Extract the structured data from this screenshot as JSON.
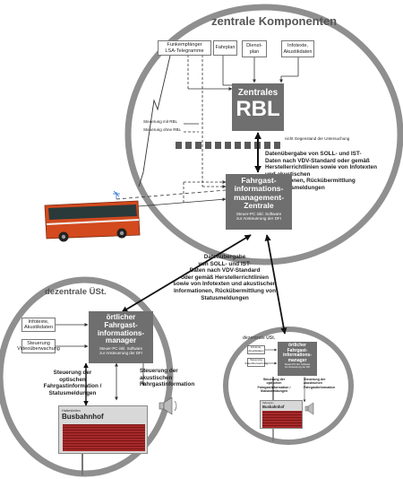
{
  "central": {
    "title": "zentrale Komponenten",
    "inputs": [
      "Funkempfänger\nLSA-Telegramme",
      "Fahrplan",
      "Dienst-\nplan",
      "Infotexte,\nAkustikdaten"
    ],
    "rbl_label": "Zentrales",
    "rbl_big": "RBL",
    "legend_with": "Steuerung mit RBL",
    "legend_without": "Steuerung ohne RBL",
    "scope_note": "nicht Gegenstand der Untersuchung",
    "rbl_transfer_text": "Datenübergabe von SOLL- und IST-\nDaten nach VDV-Standard oder gemäß\nHerstellerrichtlinien sowie von Infotexten\nund akustischen\nInformationen, Rückübermittlung\nvon Statusmeldungen",
    "fim_title": "Fahrgast-\ninformations-\nmanagement-\nZentrale",
    "fim_sub": "Steuer-PC inkl. Software\nzur Ansteuerung der DFI"
  },
  "link_text": "Datenübergabe\nvon SOLL- und IST-\nDaten nach VDV-Standard\noder gemäß Herstellerrichtlinien\nsowie von Infotexten und akustischen\nInformationen, Rückübermittlung von\nStatusmeldungen",
  "local": {
    "title": "dezentrale ÜSt.",
    "inputs": [
      "Infotexte,\nAkustikdaten",
      "Steuerung\nVideoüberwachung"
    ],
    "manager_title": "örtlicher\nFahrgast-\ninformations-\nmanager",
    "manager_sub": "Steuer-PC inkl. Software\nzur Ansteuerung der DFI",
    "optical_text": "Steuerung der\noptischen\nFahrgastinformation /\nStatusmeldungen",
    "acoustic_text": "Steuerung der\nakustischen\nFahrgastinformation",
    "sign_header": "Haltestellen",
    "sign_name": "Busbahnhof"
  },
  "colors": {
    "ellipse_ring": "#8f8f8f",
    "gray_box": "#6f6f6f",
    "bus_body": "#d24a1e",
    "display": "#a02222"
  }
}
